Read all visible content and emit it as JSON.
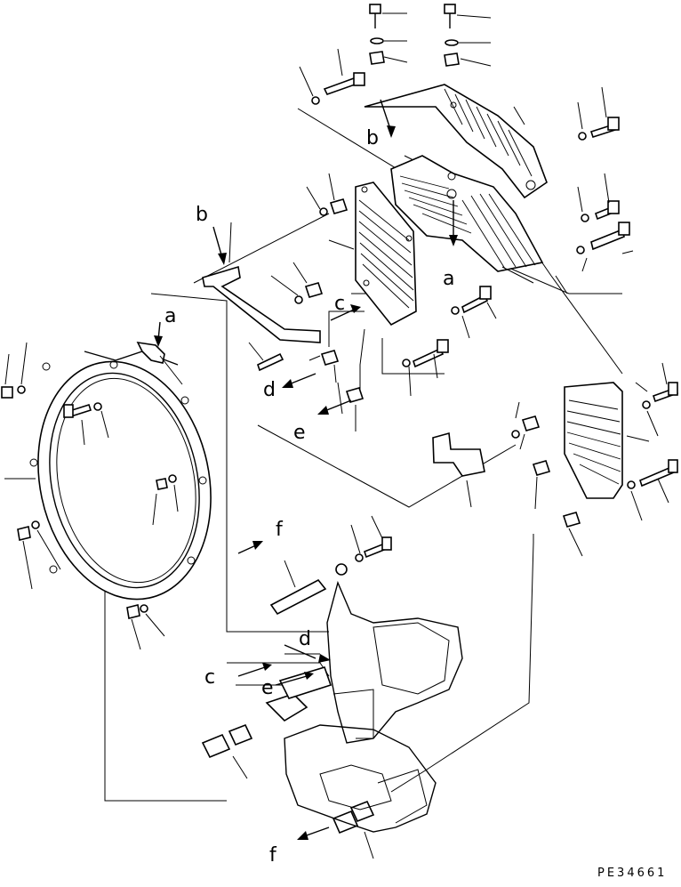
{
  "drawing": {
    "callouts": [
      "a",
      "b",
      "c",
      "d",
      "e",
      "f"
    ],
    "drawing_code": "PE34661"
  }
}
